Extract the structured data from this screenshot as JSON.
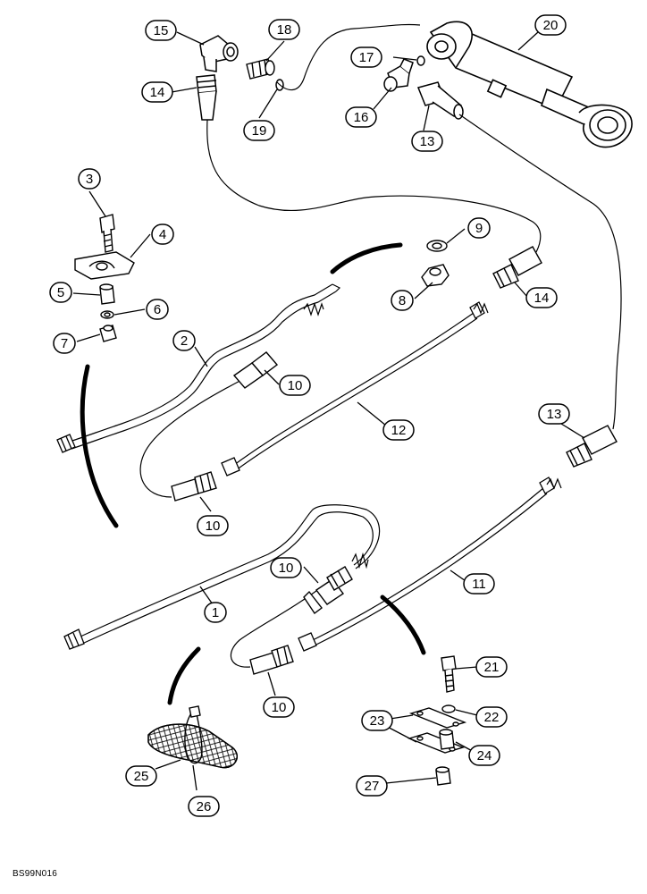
{
  "figure_code": "BS99N016",
  "callouts": [
    {
      "id": "c1",
      "label": "1"
    },
    {
      "id": "c2",
      "label": "2"
    },
    {
      "id": "c3",
      "label": "3"
    },
    {
      "id": "c4",
      "label": "4"
    },
    {
      "id": "c5",
      "label": "5"
    },
    {
      "id": "c6",
      "label": "6"
    },
    {
      "id": "c7",
      "label": "7"
    },
    {
      "id": "c8",
      "label": "8"
    },
    {
      "id": "c9",
      "label": "9"
    },
    {
      "id": "c10a",
      "label": "10"
    },
    {
      "id": "c10b",
      "label": "10"
    },
    {
      "id": "c10c",
      "label": "10"
    },
    {
      "id": "c10d",
      "label": "10"
    },
    {
      "id": "c11",
      "label": "11"
    },
    {
      "id": "c12",
      "label": "12"
    },
    {
      "id": "c13a",
      "label": "13"
    },
    {
      "id": "c13b",
      "label": "13"
    },
    {
      "id": "c14a",
      "label": "14"
    },
    {
      "id": "c14b",
      "label": "14"
    },
    {
      "id": "c15",
      "label": "15"
    },
    {
      "id": "c16",
      "label": "16"
    },
    {
      "id": "c17",
      "label": "17"
    },
    {
      "id": "c18",
      "label": "18"
    },
    {
      "id": "c19",
      "label": "19"
    },
    {
      "id": "c20",
      "label": "20"
    },
    {
      "id": "c21",
      "label": "21"
    },
    {
      "id": "c22",
      "label": "22"
    },
    {
      "id": "c23",
      "label": "23"
    },
    {
      "id": "c24",
      "label": "24"
    },
    {
      "id": "c25",
      "label": "25"
    },
    {
      "id": "c26",
      "label": "26"
    },
    {
      "id": "c27",
      "label": "27"
    }
  ]
}
